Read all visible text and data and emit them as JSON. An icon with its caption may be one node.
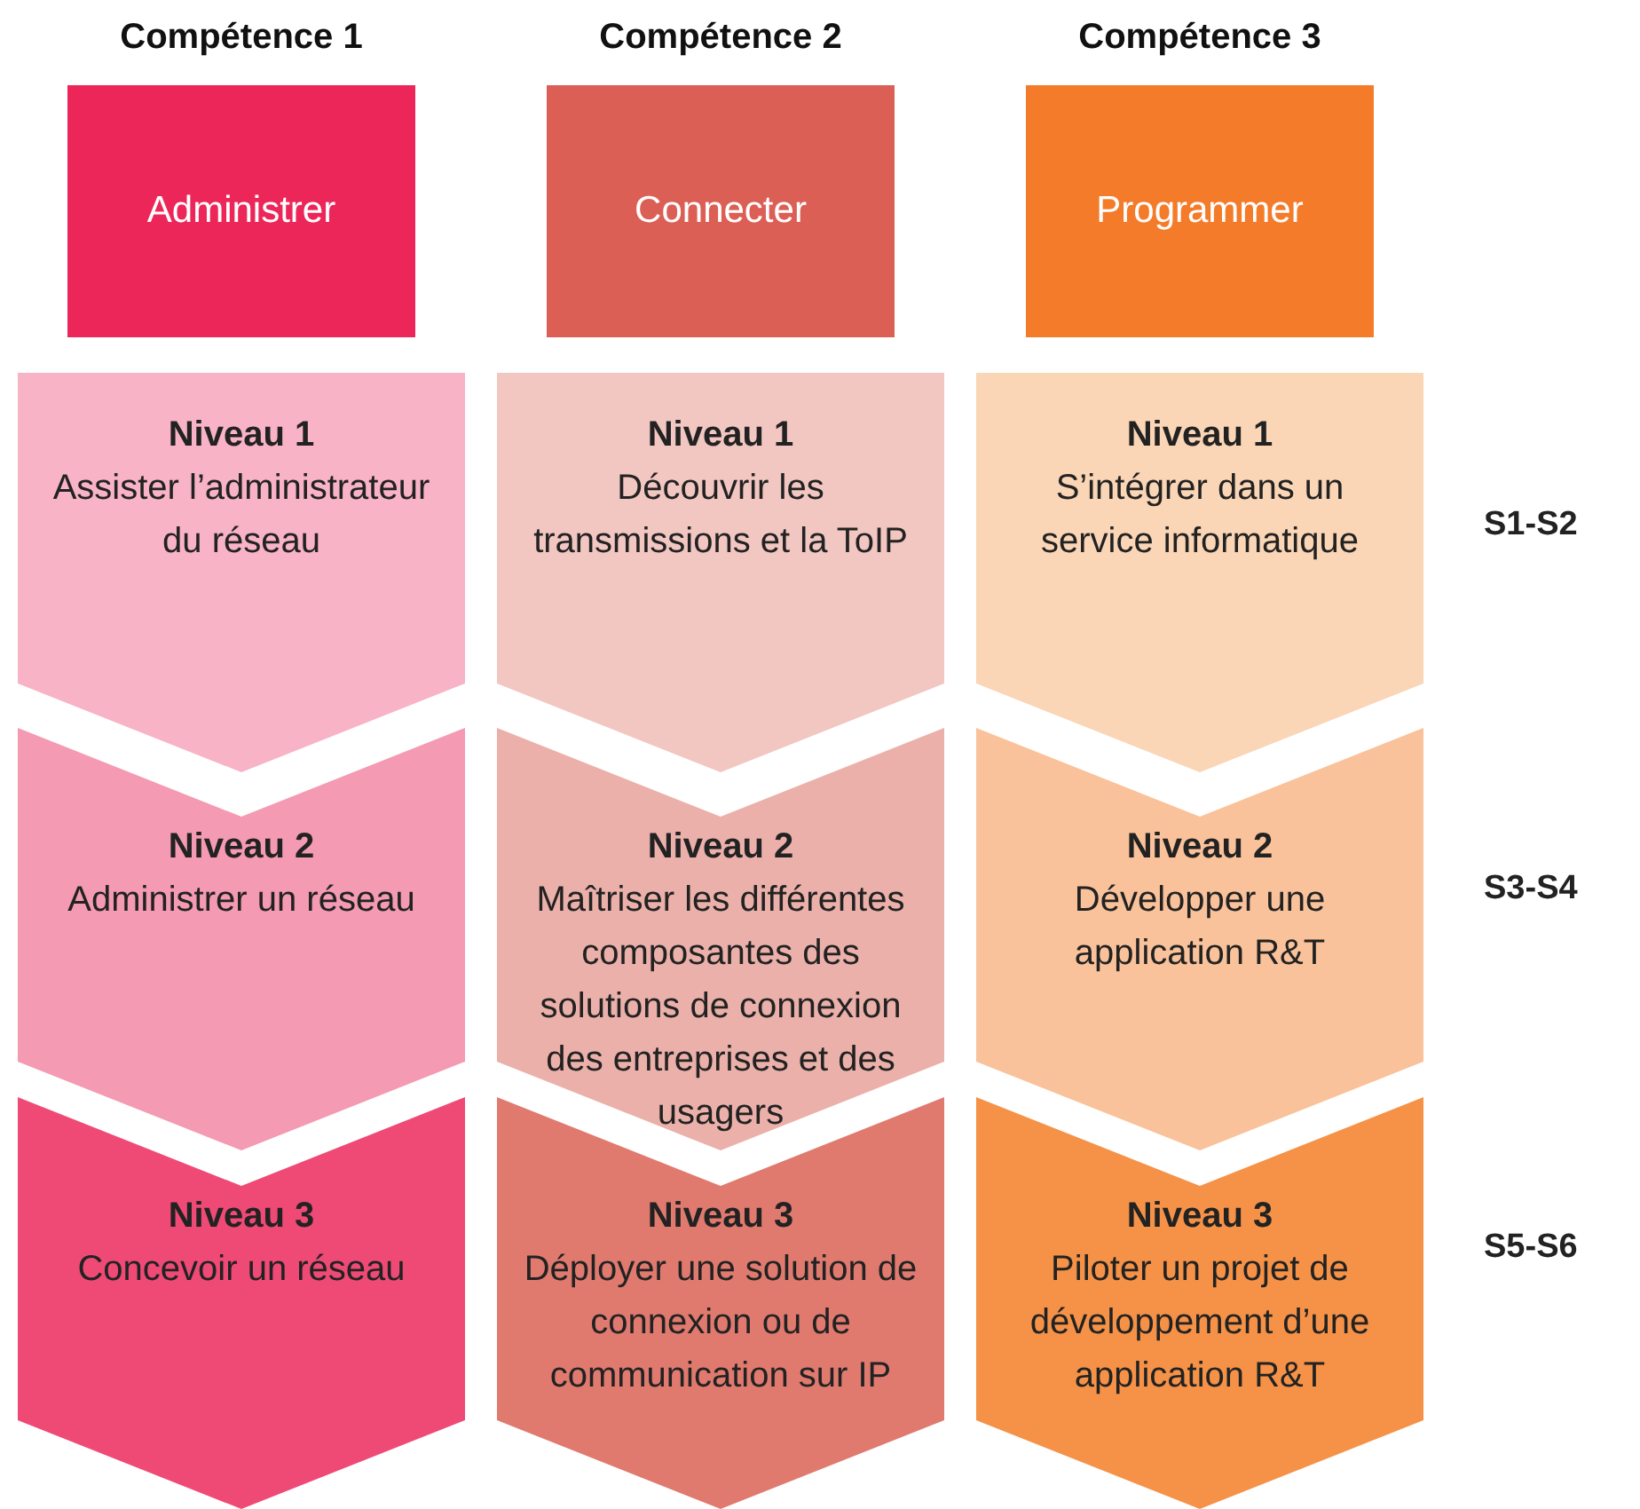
{
  "diagram": {
    "nodes": [
      {
        "text": [
          "Compétence 1",
          "Administrer"
        ]
      },
      {
        "text": [
          "Compétence 2",
          "Connecter"
        ]
      },
      {
        "text": [
          "Compétence 3",
          "Programmer"
        ]
      },
      {
        "text": [
          "Niveau 1",
          "Assister l’administrateur du réseau"
        ]
      },
      {
        "text": [
          "Niveau 1",
          "Découvrir les transmissions et la ToIP"
        ]
      },
      {
        "text": [
          "Niveau 1",
          "S’intégrer dans un service informatique"
        ]
      },
      {
        "text": [
          "Niveau 2",
          "Administrer un réseau"
        ]
      },
      {
        "text": [
          "Niveau 2",
          "Maîtriser les différentes composantes des solutions de connexion des entreprises et des usagers"
        ]
      },
      {
        "text": [
          "Niveau 2",
          "Développer une application R&T"
        ]
      },
      {
        "text": [
          "Niveau 3",
          "Concevoir un réseau"
        ]
      },
      {
        "text": [
          "Niveau 3",
          "Déployer une solution de connexion ou de communication sur IP"
        ]
      },
      {
        "text": [
          "Niveau 3",
          "Piloter un projet de développement d’une application R&T"
        ]
      }
    ],
    "labels": [
      "S1-S2",
      "S3-S4",
      "S5-S6"
    ]
  }
}
